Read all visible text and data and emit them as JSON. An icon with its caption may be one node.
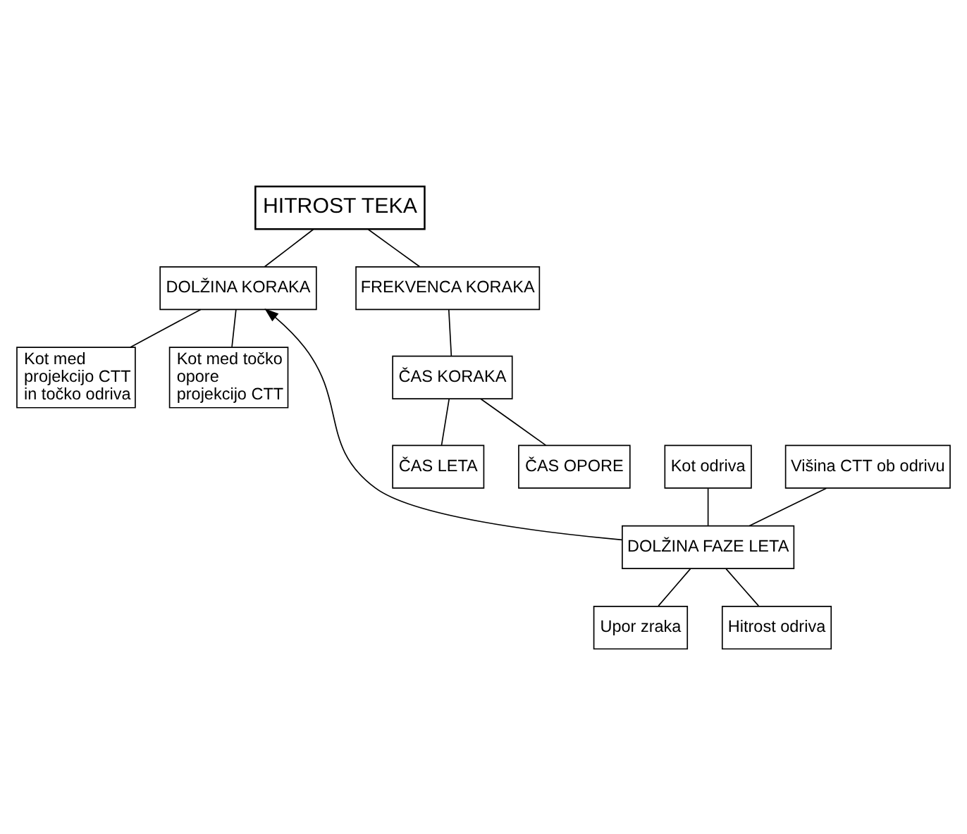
{
  "diagram": {
    "nodes": [
      {
        "text": [
          "HITROST TEKA"
        ]
      },
      {
        "text": [
          "DOLŽINA KORAKA"
        ]
      },
      {
        "text": [
          "FREKVENCA KORAKA"
        ]
      },
      {
        "text": [
          "Kot med projekcijo CTT in točko odriva"
        ]
      },
      {
        "text": [
          "Kot med točko opore projekcijo CTT"
        ]
      },
      {
        "text": [
          "ČAS KORAKA"
        ]
      },
      {
        "text": [
          "ČAS LETA"
        ]
      },
      {
        "text": [
          "ČAS OPORE"
        ]
      },
      {
        "text": [
          "Kot odriva"
        ]
      },
      {
        "text": [
          "Višina CTT ob odrivu"
        ]
      },
      {
        "text": [
          "DOLŽINA FAZE LETA"
        ]
      },
      {
        "text": [
          "Upor zraka"
        ]
      },
      {
        "text": [
          "Hitrost odriva"
        ]
      }
    ],
    "edges": [
      {
        "from": 0,
        "to": 1,
        "arrow": "none"
      },
      {
        "from": 0,
        "to": 2,
        "arrow": "none"
      },
      {
        "from": 1,
        "to": 3,
        "arrow": "none"
      },
      {
        "from": 1,
        "to": 4,
        "arrow": "none"
      },
      {
        "from": 10,
        "to": 1,
        "arrow": "to"
      },
      {
        "from": 2,
        "to": 5,
        "arrow": "none"
      },
      {
        "from": 5,
        "to": 6,
        "arrow": "none"
      },
      {
        "from": 5,
        "to": 7,
        "arrow": "none"
      },
      {
        "from": 8,
        "to": 10,
        "arrow": "none"
      },
      {
        "from": 9,
        "to": 10,
        "arrow": "none"
      },
      {
        "from": 10,
        "to": 11,
        "arrow": "none"
      },
      {
        "from": 10,
        "to": 12,
        "arrow": "none"
      }
    ]
  }
}
